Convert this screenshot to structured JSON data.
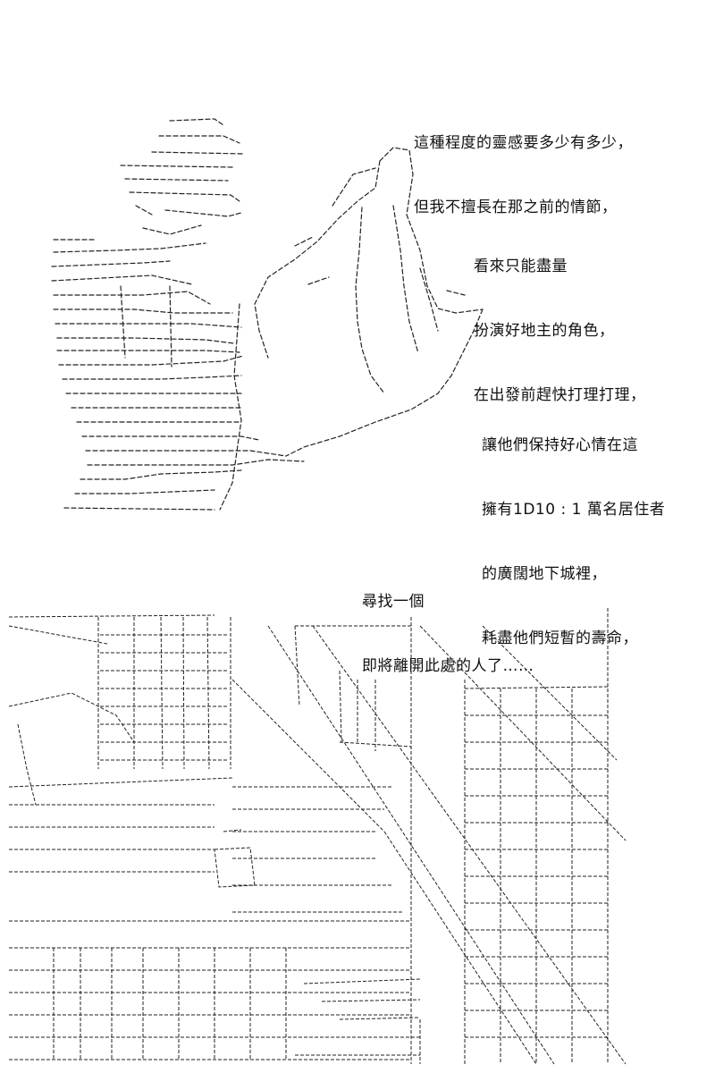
{
  "colors": {
    "background": "#ffffff",
    "ink": "#111111"
  },
  "captions": [
    {
      "lines": [
        "這種程度的靈感要多少有多少，",
        "但我不擅長在那之前的情節，"
      ]
    },
    {
      "lines": [
        "看來只能盡量",
        "扮演好地主的角色，",
        "在出發前趕快打理打理，"
      ]
    },
    {
      "lines": [
        "讓他們保持好心情在這",
        "擁有1D10 : 1 萬名居住者",
        "的廣闊地下城裡，",
        "耗盡他們短暫的壽命，"
      ]
    },
    {
      "lines": [
        "尋找一個",
        "即將離開此處的人了……"
      ]
    }
  ]
}
